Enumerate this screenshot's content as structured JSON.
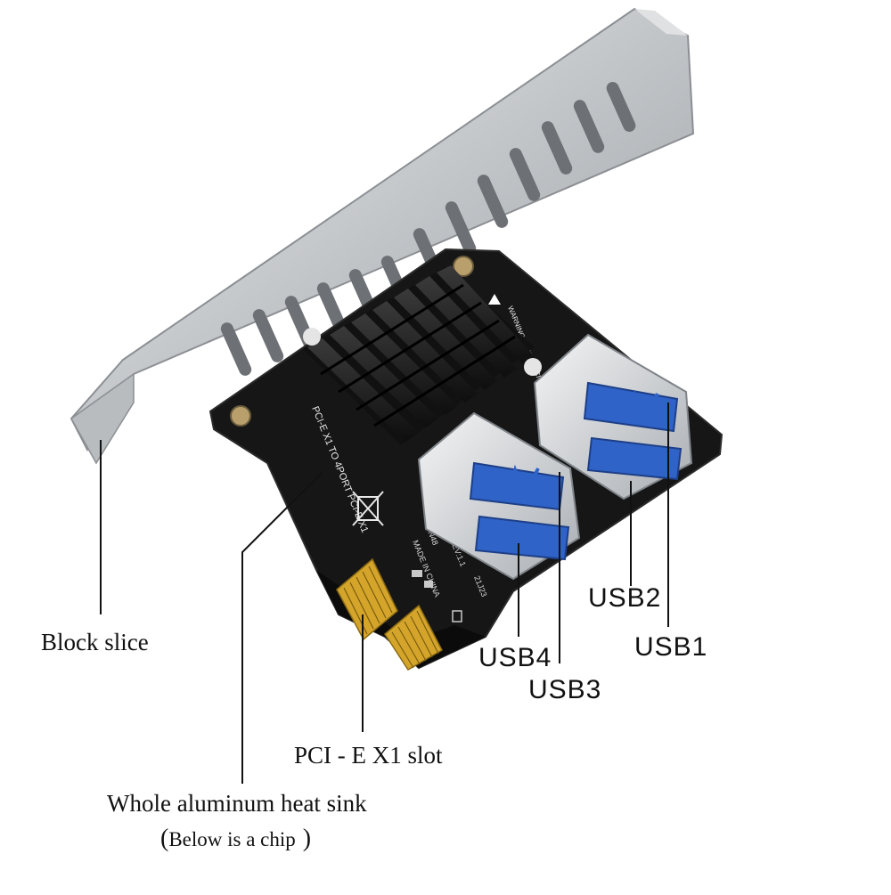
{
  "labels": {
    "block_slice": "Block slice",
    "pcie_slot": "PCI - E X1 slot",
    "heat_sink": "Whole aluminum heat sink",
    "chip_open": "(",
    "chip_note": "Below is a chip",
    "chip_close": ")",
    "usb1": "USB1",
    "usb2": "USB2",
    "usb3": "USB3",
    "usb4": "USB4"
  },
  "board_silkscreen": {
    "model": "PCI-E X1 TO 4PORT PCI-E X1",
    "warning": "WARNING: THIS IS PCI-E",
    "pn": "PN48",
    "rev": "REV:1.1",
    "origin": "MADE IN CHINA",
    "code": "21J23"
  },
  "colors": {
    "pcb": "#161616",
    "bracket": "#c9cbcd",
    "usb_blue": "#2f63c8",
    "gold": "#d4a52a",
    "heatsink": "#1c1c1c"
  }
}
